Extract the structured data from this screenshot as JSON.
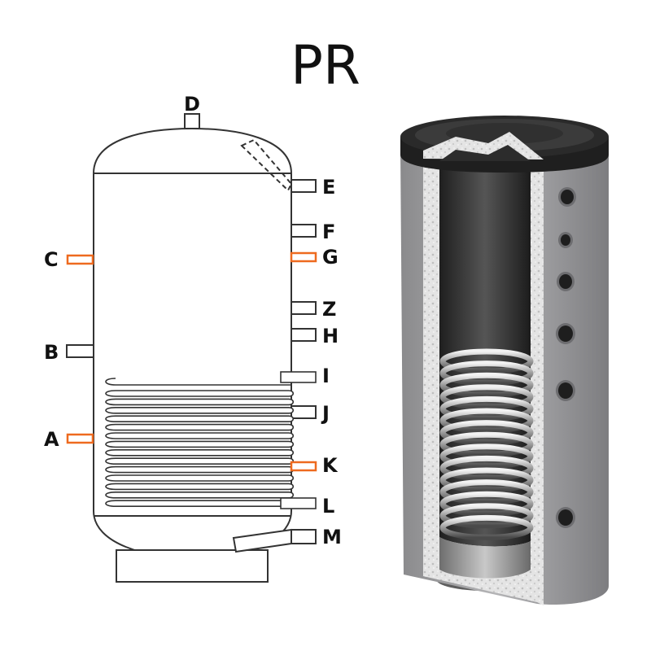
{
  "title": "PR",
  "colors": {
    "outline": "#333333",
    "highlight_port": "#ee6a1f",
    "insulation": "#e6e6e6",
    "jacket": "#a3a3a5",
    "inner_tank": "#3a3a3a",
    "cap": "#262626"
  },
  "ports": {
    "A": "A",
    "B": "B",
    "C": "C",
    "D": "D",
    "E": "E",
    "F": "F",
    "G": "G",
    "Z": "Z",
    "H": "H",
    "I": "I",
    "J": "J",
    "K": "K",
    "L": "L",
    "M": "M"
  },
  "highlighted_ports": [
    "A",
    "C",
    "G",
    "K"
  ]
}
